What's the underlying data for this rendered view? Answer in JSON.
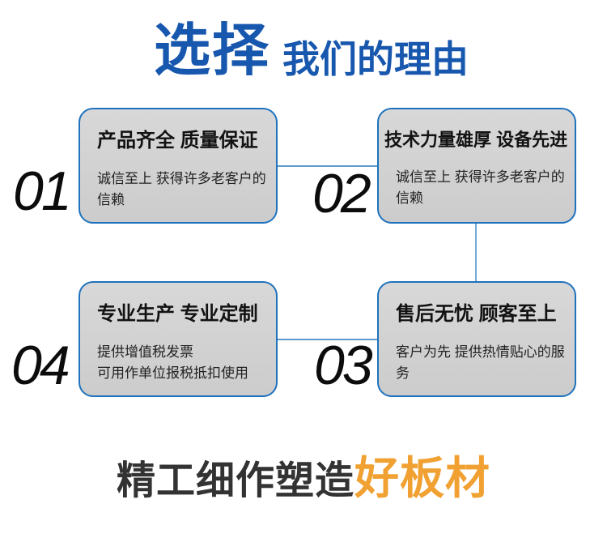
{
  "header": {
    "title_main": "选择",
    "title_rest": "我们的理由"
  },
  "cards": [
    {
      "number": "01",
      "title": "产品齐全 质量保证",
      "desc": "诚信至上 获得许多老客户的信赖"
    },
    {
      "number": "02",
      "title": "技术力量雄厚 设备先进",
      "desc": "诚信至上 获得许多老客户的信赖"
    },
    {
      "number": "03",
      "title": "售后无忧 顾客至上",
      "desc": "客户为先 提供热情贴心的服务"
    },
    {
      "number": "04",
      "title": "专业生产 专业定制",
      "desc": "提供增值税发票\n可用作单位报税抵扣使用"
    }
  ],
  "tagline": {
    "prefix": "精工细作塑造",
    "accent": "好板材"
  },
  "colors": {
    "title_blue": "#1757ae",
    "card_border_blue": "#1f72bd",
    "connector_blue": "#5b9bd0",
    "card_background_gray": "#d2d2d2",
    "accent_orange": "#f0a132",
    "tagline_dark": "#333333"
  }
}
